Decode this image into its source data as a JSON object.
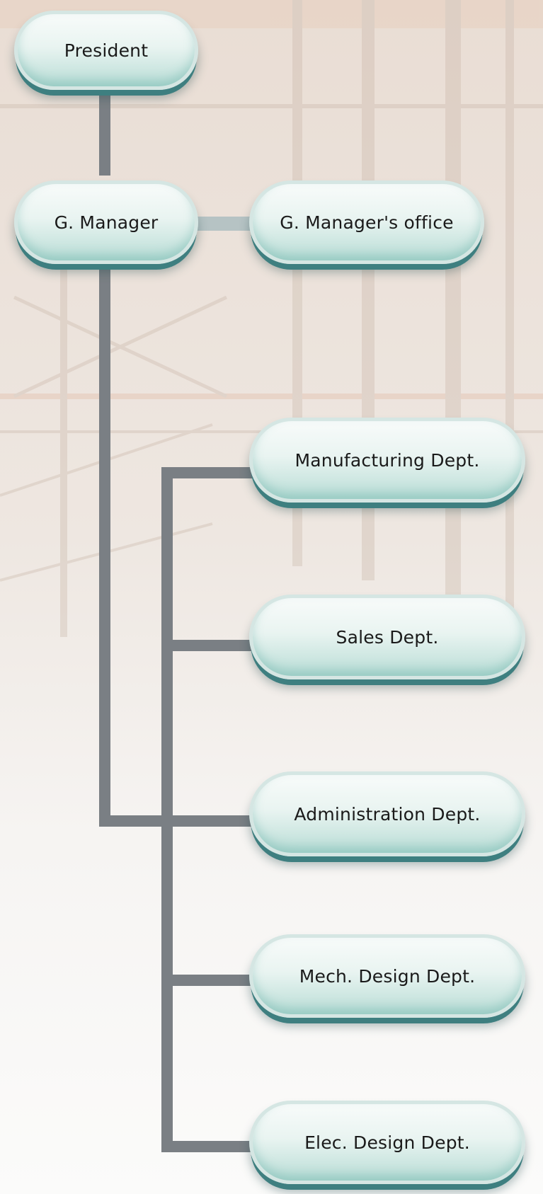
{
  "org_chart": {
    "president": "President",
    "general_manager": "G. Manager",
    "gm_office": "G. Manager's office",
    "departments": [
      "Manufacturing Dept.",
      "Sales Dept.",
      "Administration Dept.",
      "Mech. Design Dept.",
      "Elec. Design Dept."
    ]
  },
  "colors": {
    "connector": "#7a7f84",
    "node_shadow": "#3e7f80",
    "node_fill": "#e9f4f1"
  }
}
